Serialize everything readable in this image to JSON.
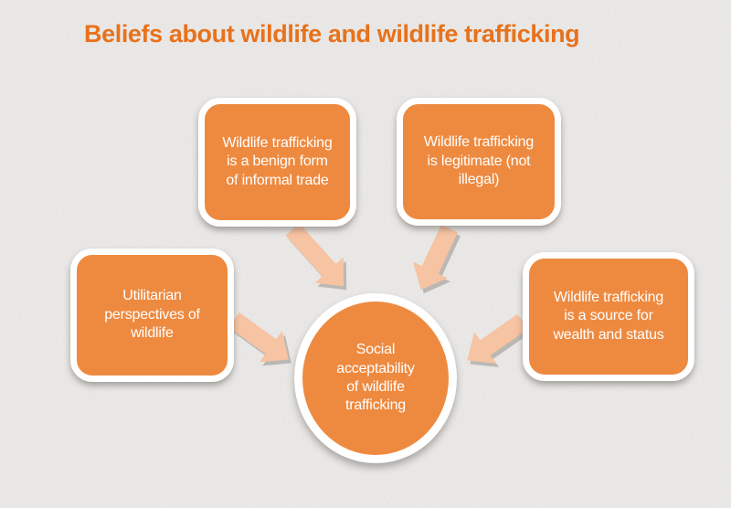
{
  "title": "Beliefs about wildlife and wildlife trafficking",
  "diagram": {
    "center": {
      "id": "social-acceptability",
      "label": "Social\nacceptability\nof wildlife\ntrafficking"
    },
    "beliefs": [
      {
        "id": "benign-trade",
        "position": "top-left",
        "label": "Wildlife trafficking\nis a benign form\nof informal trade"
      },
      {
        "id": "legitimate",
        "position": "top-right",
        "label": "Wildlife trafficking\nis legitimate (not\nillegal)"
      },
      {
        "id": "utilitarian",
        "position": "left",
        "label": "Utilitarian\nperspectives of\nwildlife"
      },
      {
        "id": "wealth-status",
        "position": "right",
        "label": "Wildlife trafficking\nis a source for\nwealth and status"
      }
    ],
    "connections": [
      {
        "from": "benign-trade",
        "to": "social-acceptability"
      },
      {
        "from": "legitimate",
        "to": "social-acceptability"
      },
      {
        "from": "utilitarian",
        "to": "social-acceptability"
      },
      {
        "from": "wealth-status",
        "to": "social-acceptability"
      }
    ]
  },
  "colors": {
    "title": "#e8721c",
    "shape_fill": "#ee8a40",
    "shape_border": "#ffffff",
    "node_text": "#ffffff",
    "arrow_fill": "#f6c3a3",
    "background": "#edecea"
  }
}
